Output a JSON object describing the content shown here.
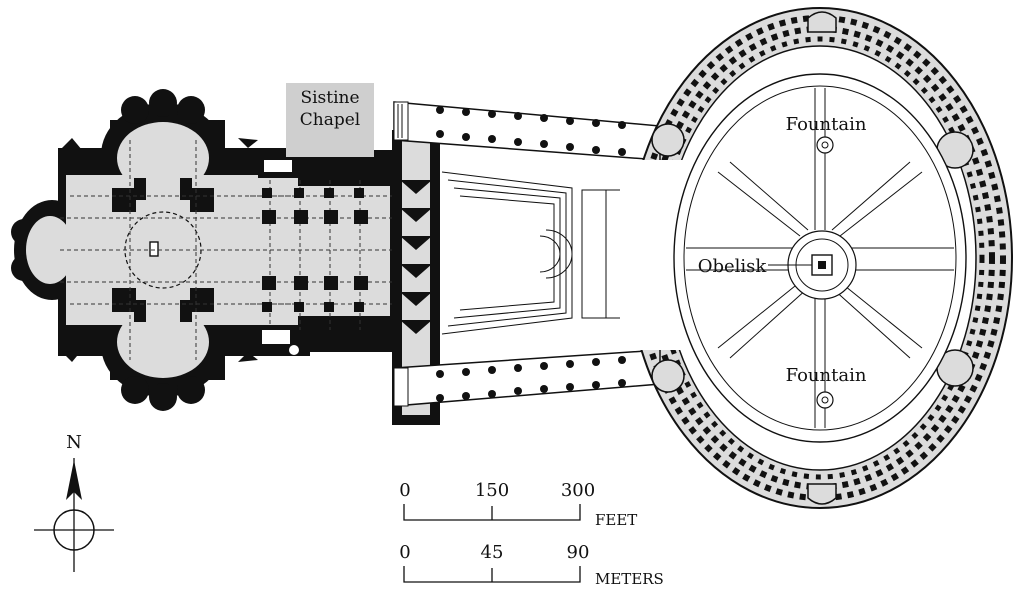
{
  "labels": {
    "sistine_line1": "Sistine",
    "sistine_line2": "Chapel",
    "fountain_north": "Fountain",
    "fountain_south": "Fountain",
    "obelisk": "Obelisk",
    "north": "N"
  },
  "scale_feet": {
    "ticks": [
      "0",
      "150",
      "300"
    ],
    "unit": "FEET"
  },
  "scale_meters": {
    "ticks": [
      "0",
      "45",
      "90"
    ],
    "unit": "METERS"
  },
  "colors": {
    "ink": "#111111",
    "floor": "#dcdcdc",
    "chapel": "#cfcfcf",
    "paper": "#ffffff"
  }
}
